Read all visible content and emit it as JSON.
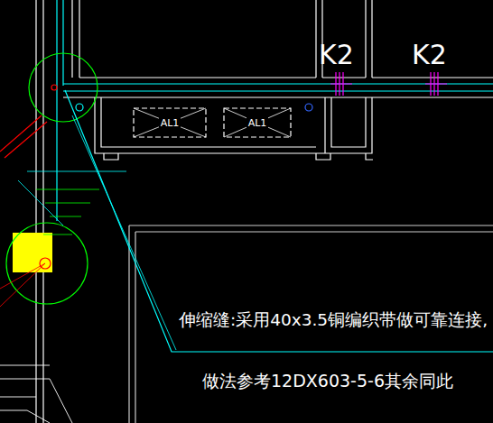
{
  "diagram": {
    "nodes": [
      {
        "text": [
          "AL1"
        ]
      },
      {
        "text": [
          "AL1"
        ]
      }
    ],
    "labels": [
      "K2",
      "K2",
      "伸缩缝:采用40x3.5铜编织带做可靠连接,",
      "做法参考12DX603-5-6其余同此"
    ]
  }
}
